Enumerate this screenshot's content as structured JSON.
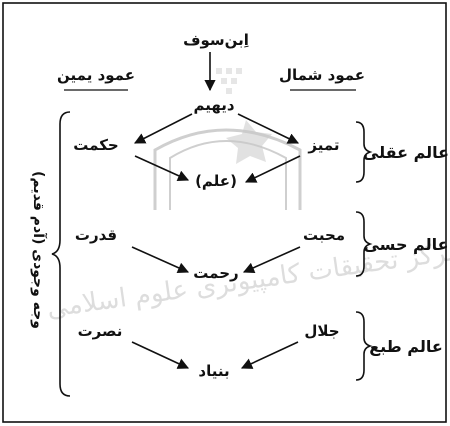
{
  "diagram": {
    "source": "اِبن‌سوف",
    "left_pillar": "عمود یمین",
    "right_pillar": "عمود شمال",
    "center_top": "دیهیم",
    "level1": {
      "left": "حکمت",
      "right": "تمیز",
      "result": "(علم)"
    },
    "level2": {
      "left": "قدرت",
      "right": "محبت",
      "result": "رحمت"
    },
    "level3": {
      "left": "نصرت",
      "right": "جلال",
      "result": "بنیاد"
    },
    "worlds": {
      "intellect": "عالم عقلی",
      "sense": "عالم حسی",
      "nature": "عالم طبع"
    },
    "side_note": "وجه وجودی (آدم قدیم)"
  },
  "watermark": "مرکز تحقیقات کامپیوتری علوم اسلامی"
}
